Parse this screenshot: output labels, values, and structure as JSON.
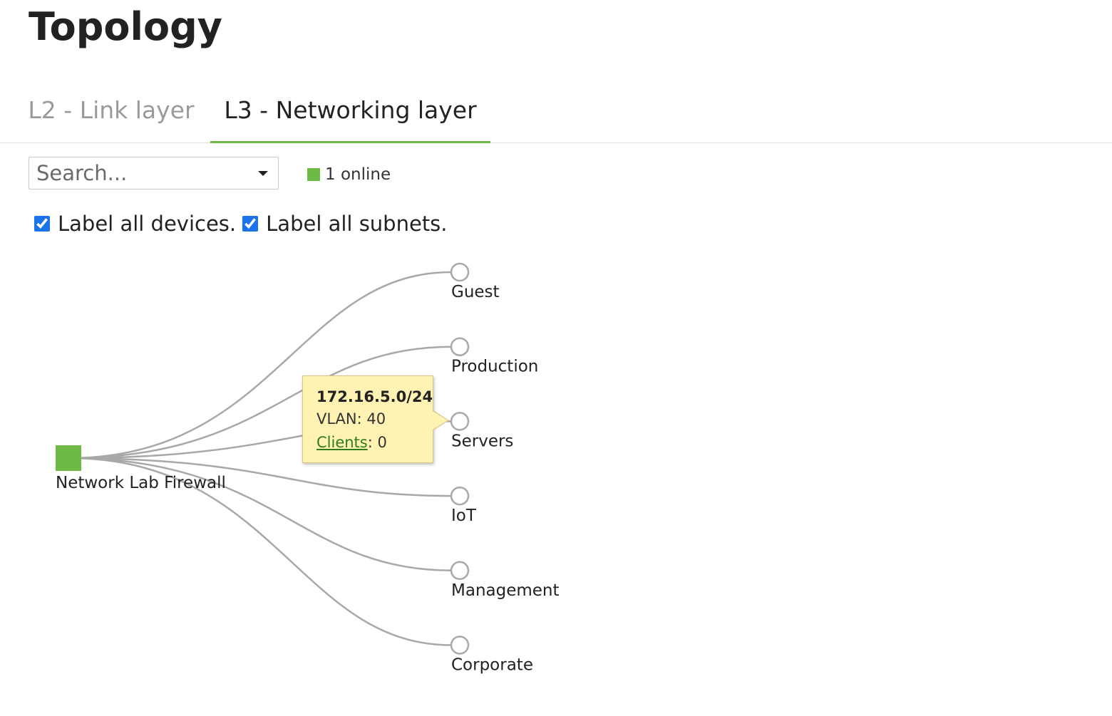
{
  "page": {
    "title": "Topology"
  },
  "tabs": [
    {
      "label": "L2 - Link layer",
      "active": false
    },
    {
      "label": "L3 - Networking layer",
      "active": true
    }
  ],
  "search": {
    "placeholder": "Search...",
    "value": ""
  },
  "status": {
    "online_label": "1 online"
  },
  "options": {
    "label_devices": {
      "label": "Label all devices.",
      "checked": true
    },
    "label_subnets": {
      "label": "Label all subnets.",
      "checked": true
    }
  },
  "topology": {
    "device": {
      "label": "Network Lab Firewall",
      "status": "online",
      "color": "#6dbb45"
    },
    "subnets": [
      {
        "label": "Guest"
      },
      {
        "label": "Production"
      },
      {
        "label": "Servers"
      },
      {
        "label": "IoT"
      },
      {
        "label": "Management"
      },
      {
        "label": "Corporate"
      }
    ],
    "link_color": "#a8a8a8"
  },
  "tooltip": {
    "subnet": "172.16.5.0/24",
    "vlan_label": "VLAN: 40",
    "clients_link": "Clients",
    "clients_value": ": 0"
  },
  "colors": {
    "accent": "#6dbb45",
    "tooltip_bg": "#fff2b3",
    "link": "#2e7d1a"
  }
}
